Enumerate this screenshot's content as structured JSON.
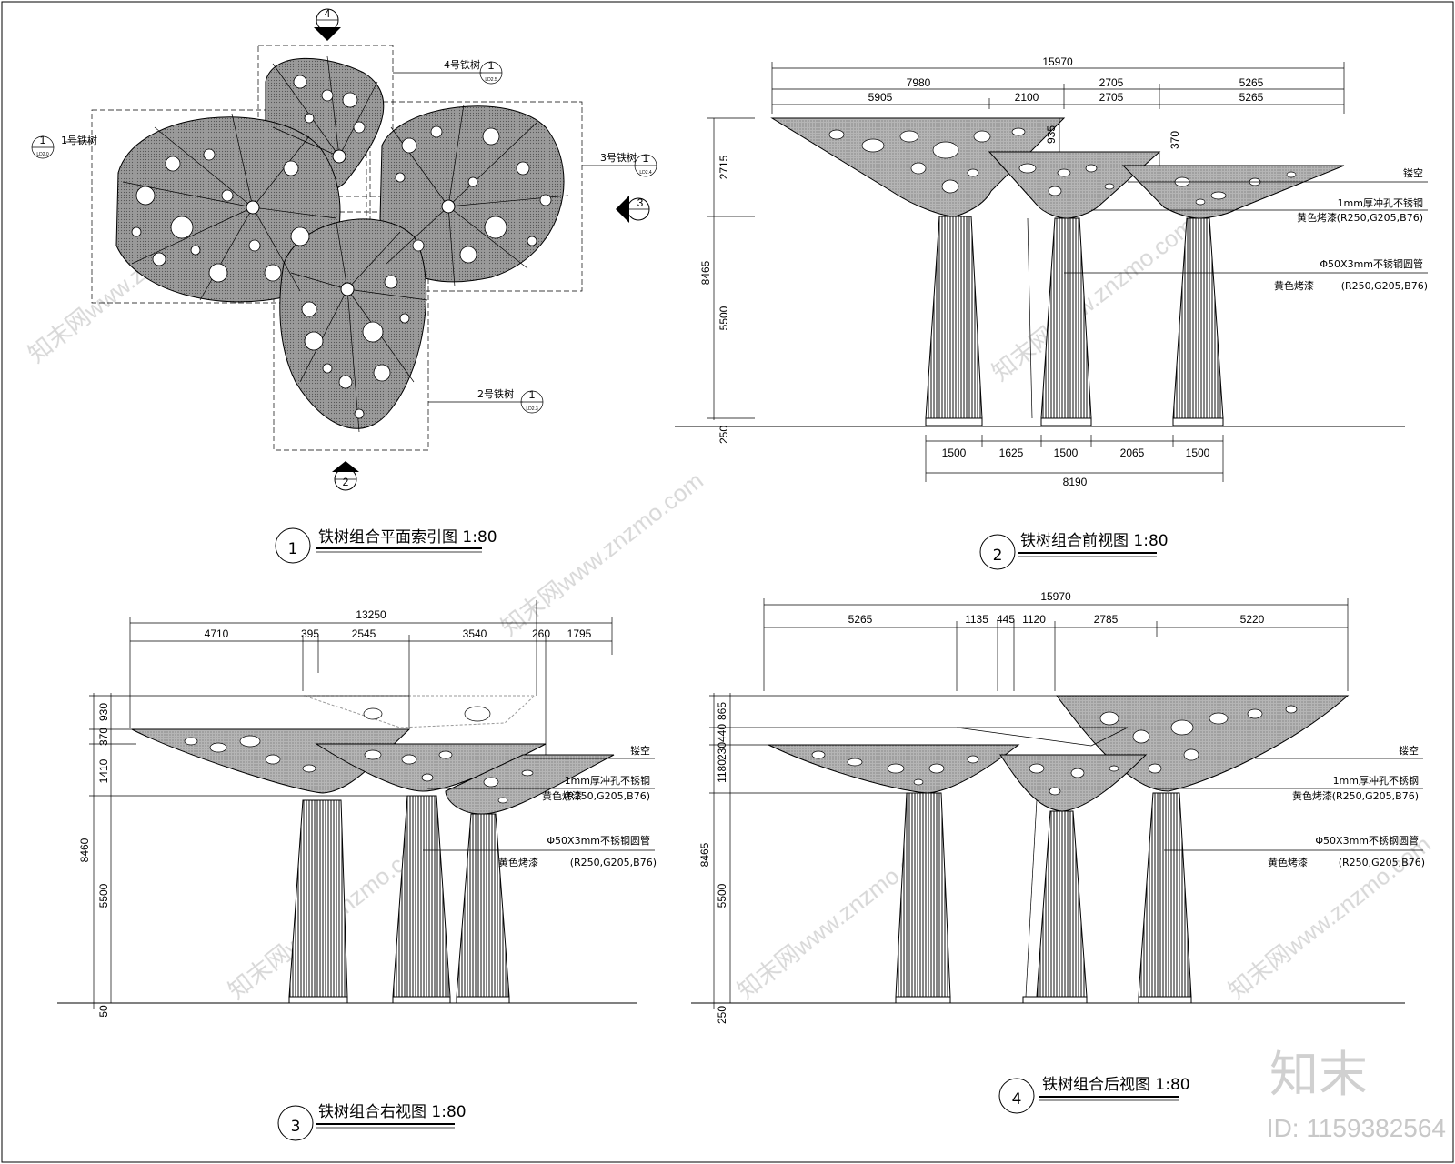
{
  "titles": {
    "t1": {
      "num": "1",
      "text": "铁树组合平面索引图 1:80"
    },
    "t2": {
      "num": "2",
      "text": "铁树组合前视图 1:80"
    },
    "t3": {
      "num": "3",
      "text": "铁树组合右视图 1:80"
    },
    "t4": {
      "num": "4",
      "text": "铁树组合后视图 1:80"
    }
  },
  "plan": {
    "tree1": "1号铁树",
    "tree2": "2号铁树",
    "tree3": "3号铁树",
    "tree4": "4号铁树",
    "sym_top": "4",
    "sym_right": "3",
    "sym_bottom": "2",
    "ref_num": "1",
    "ref_1": "LD2.0",
    "ref_2": "LD2.3",
    "ref_3": "LD2.4",
    "ref_4": "LD2.5"
  },
  "notes": {
    "hollow": "镂空",
    "sheet": "1mm厚冲孔不锈钢",
    "paint": "黄色烤漆",
    "rgb": "(R250,G205,B76)",
    "pipe": "Φ50X3mm不锈钢圆管"
  },
  "front": {
    "total": "15970",
    "r1": [
      "7980",
      "2705",
      "5265"
    ],
    "r2": [
      "5905",
      "2100",
      "2705",
      "5265"
    ],
    "v_2715": "2715",
    "v_8465": "8465",
    "v_5500": "5500",
    "v_250": "250",
    "v_935": "935",
    "v_370": "370",
    "b1": [
      "1500",
      "1625",
      "1500",
      "2065",
      "1500"
    ],
    "b_total": "8190"
  },
  "right": {
    "total": "13250",
    "r1": [
      "4710",
      "395",
      "2545",
      "3540",
      "260",
      "1795"
    ],
    "v_930": "930",
    "v_370": "370",
    "v_1410": "1410",
    "v_8460": "8460",
    "v_5500": "5500",
    "v_50": "50"
  },
  "back": {
    "total": "15970",
    "r1": [
      "5265",
      "1135",
      "445",
      "1120",
      "2785",
      "5220"
    ],
    "v_865": "865",
    "v_440": "440",
    "v_230": "230",
    "v_1180": "1180",
    "v_8465": "8465",
    "v_5500": "5500",
    "v_250": "250"
  },
  "brand": {
    "logo": "知末",
    "id": "ID: 1159382564",
    "wm": "知末网www.znzmo.com"
  }
}
